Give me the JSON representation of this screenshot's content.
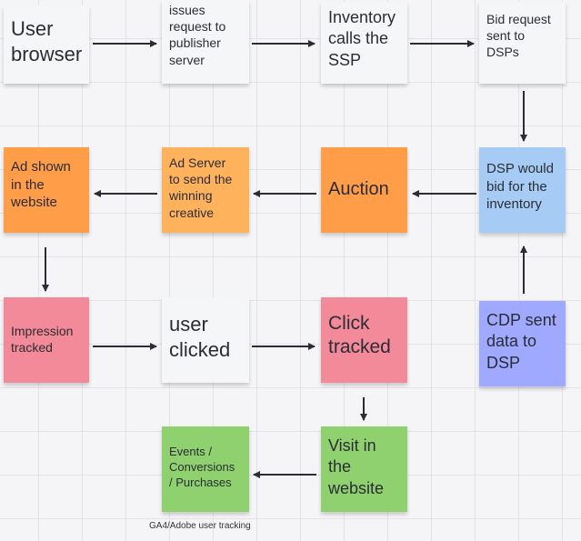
{
  "notes": {
    "user_browser": "User\nbrowser",
    "issues_request": "issues\nrequest to\npublisher\nserver",
    "inventory_ssp": "Inventory\ncalls the\nSSP",
    "bid_request": "Bid request\nsent to\nDSPs",
    "dsp_bid": "DSP would\nbid for the\ninventory",
    "auction": "Auction",
    "ad_server": "Ad Server\nto send the\nwinning\ncreative",
    "ad_shown": "Ad shown\nin the\nwebsite",
    "impression": "Impression\ntracked",
    "user_clicked": "user\nclicked",
    "click_tracked": "Click\ntracked",
    "cdp_sent": "CDP sent\ndata to\nDSP",
    "visit_website": "Visit in\nthe\nwebsite",
    "events": "Events /\nConversions\n/ Purchases"
  },
  "caption": "GA4/Adobe user tracking",
  "colors": {
    "white": "#f5f6f8",
    "orange": "#ff9d48",
    "light_orange": "#ffb25c",
    "blue": "#a6ccf5",
    "pink": "#f28a99",
    "purple": "#9ea9ff",
    "green": "#8fd16f",
    "arrow": "#2c2c35"
  }
}
